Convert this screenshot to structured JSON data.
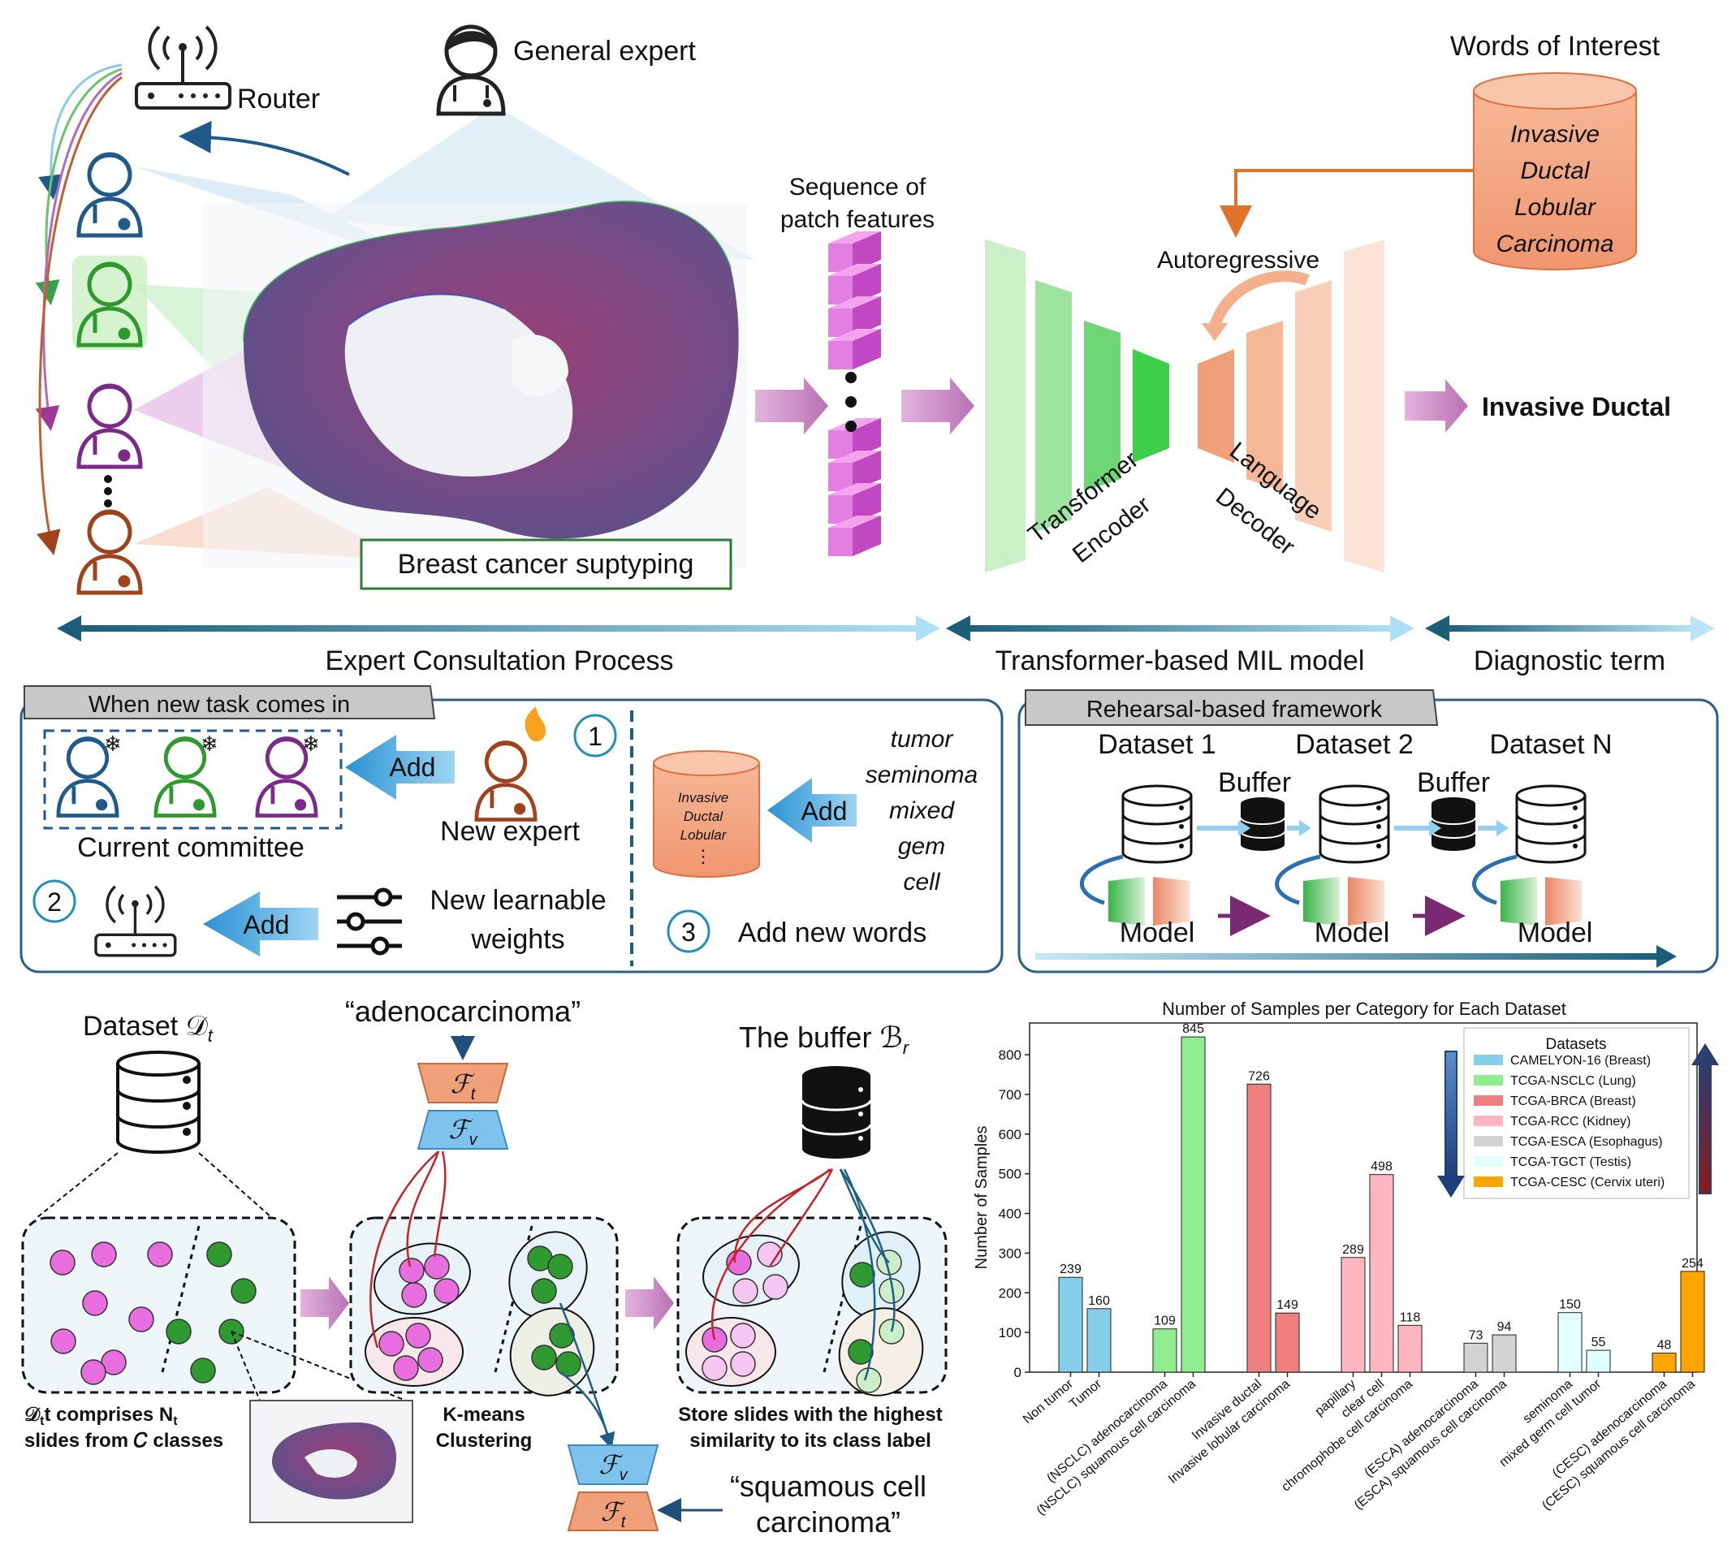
{
  "top": {
    "general_expert": "General expert",
    "router": "Router",
    "slide_task": "Breast cancer suptyping",
    "sequence_label_1": "Sequence of",
    "sequence_label_2": "patch features",
    "autoregressive": "Autoregressive",
    "encoder_label_1": "Transformer",
    "encoder_label_2": "Encoder",
    "decoder_label_1": "Language",
    "decoder_label_2": "Decoder",
    "words_of_interest_title": "Words of Interest",
    "words_of_interest": [
      "Invasive",
      "Ductal",
      "Lobular",
      "Carcinoma"
    ],
    "output_term": "Invasive Ductal",
    "stage_expert": "Expert Consultation Process",
    "stage_mil": "Transformer-based MIL model",
    "stage_diag": "Diagnostic term"
  },
  "middle_left": {
    "tab": "When new task comes in",
    "add_1": "Add",
    "new_expert": "New expert",
    "current_committee": "Current committee",
    "step_1": "1",
    "step_2": "2",
    "step_3": "3",
    "add_2": "Add",
    "new_weights_1": "New learnable",
    "new_weights_2": "weights",
    "db_words": [
      "Invasive",
      "Ductal",
      "Lobular",
      "⋮"
    ],
    "add_3": "Add",
    "new_words": [
      "tumor",
      "seminoma",
      "mixed",
      "gem",
      "cell"
    ],
    "add_new_words": "Add new words"
  },
  "middle_right": {
    "tab": "Rehearsal-based framework",
    "dataset_1": "Dataset 1",
    "dataset_2": "Dataset 2",
    "dataset_n": "Dataset N",
    "buffer_1": "Buffer",
    "buffer_2": "Buffer",
    "model": "Model"
  },
  "bottom_left": {
    "dataset_title": "Dataset 𝒟",
    "dataset_sub": "t",
    "adeno_quote": "“adenocarcinoma”",
    "buffer_title": "The buffer ℬ",
    "buffer_sub": "r",
    "ft": "ℱ",
    "ft_sub": "t",
    "fv": "ℱ",
    "fv_sub": "v",
    "caption_1a": "𝒟",
    "caption_1b": "t comprises N",
    "caption_1c": "t",
    "caption_2": "slides from 𝐶 classes",
    "kmeans_1": "K-means",
    "kmeans_2": "Clustering",
    "store_1": "Store slides with the highest",
    "store_2": "similarity to its class label",
    "squamous_1": "“squamous cell",
    "squamous_2": "carcinoma”"
  },
  "chart_data": {
    "type": "bar",
    "title": "Number of Samples per Category for Each Dataset",
    "ylabel": "Number of Samples",
    "ylim": [
      0,
      880
    ],
    "yticks": [
      0,
      100,
      200,
      300,
      400,
      500,
      600,
      700,
      800
    ],
    "legend_title": "Datasets",
    "legend_position": "upper right",
    "categories": [
      "Non tumor",
      "Tumor",
      "(NSCLC) adenocarcinoma",
      "(NSCLC) squamous cell carcinoma",
      "Invasive ductal",
      "Invasive lobular carcinoma",
      "papillary",
      "clear cell",
      "chromophobe cell carcinoma",
      "(ESCA) adenocarcinoma",
      "(ESCA) squamous cell carcinoma",
      "seminoma",
      "mixed germ cell tumor",
      "(CESC) adenocarcinoma",
      "(CESC) squamous cell carcinoma"
    ],
    "series": [
      {
        "name": "CAMELYON-16 (Breast)",
        "color": "#87CEEB",
        "categories": [
          "Non tumor",
          "Tumor"
        ],
        "values": [
          239,
          160
        ]
      },
      {
        "name": "TCGA-NSCLC (Lung)",
        "color": "#90EE90",
        "categories": [
          "(NSCLC) adenocarcinoma",
          "(NSCLC) squamous cell carcinoma"
        ],
        "values": [
          109,
          845
        ]
      },
      {
        "name": "TCGA-BRCA (Breast)",
        "color": "#F08080",
        "categories": [
          "Invasive ductal",
          "Invasive lobular carcinoma"
        ],
        "values": [
          726,
          149
        ]
      },
      {
        "name": "TCGA-RCC (Kidney)",
        "color": "#FFB6C1",
        "categories": [
          "papillary",
          "clear cell",
          "chromophobe cell carcinoma"
        ],
        "values": [
          289,
          498,
          118
        ]
      },
      {
        "name": "TCGA-ESCA (Esophagus)",
        "color": "#D3D3D3",
        "categories": [
          "(ESCA) adenocarcinoma",
          "(ESCA) squamous cell carcinoma"
        ],
        "values": [
          73,
          94
        ]
      },
      {
        "name": "TCGA-TGCT (Testis)",
        "color": "#E0FFFF",
        "categories": [
          "seminoma",
          "mixed germ cell tumor"
        ],
        "values": [
          150,
          55
        ]
      },
      {
        "name": "TCGA-CESC (Cervix uteri)",
        "color": "#FFA500",
        "categories": [
          "(CESC) adenocarcinoma",
          "(CESC) squamous cell carcinoma"
        ],
        "values": [
          48,
          254
        ]
      }
    ]
  },
  "colors": {
    "expert_blue": "#1f5a8a",
    "expert_green": "#2e9a2e",
    "expert_purple": "#7b2a8a",
    "expert_brown": "#a0431c",
    "encoder_green": "#3bcf4a",
    "decoder_salmon": "#f0a078",
    "stage_arrow": "#1b5e7a"
  }
}
